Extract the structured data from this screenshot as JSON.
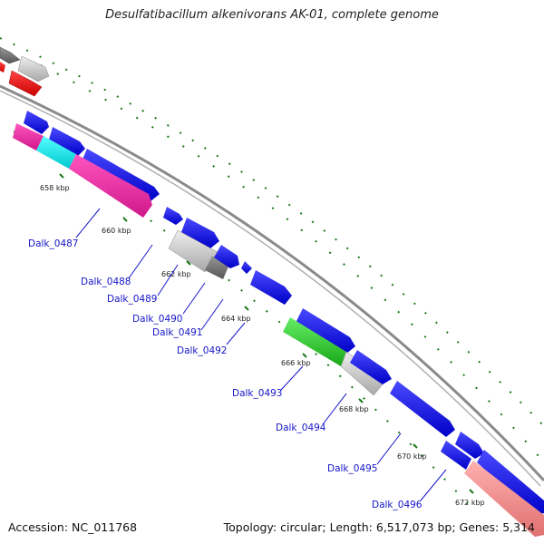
{
  "title": "Desulfatibacillum alkenivorans AK-01, complete genome",
  "footer": {
    "accession": "Accession: NC_011768",
    "summary": "Topology: circular; Length: 6,517,073 bp; Genes: 5,314"
  },
  "scale_labels": [
    "658 kbp",
    "660 kbp",
    "662 kbp",
    "664 kbp",
    "666 kbp",
    "668 kbp",
    "670 kbp",
    "672 kbp"
  ],
  "gene_labels": [
    "Dalk_0487",
    "Dalk_0488",
    "Dalk_0489",
    "Dalk_0490",
    "Dalk_0491",
    "Dalk_0492",
    "Dalk_0493",
    "Dalk_0494",
    "Dalk_0495",
    "Dalk_0496"
  ],
  "colors": {
    "gene_blue": "#0000ee",
    "gene_magenta": "#ee2aa0",
    "gene_cyan": "#00e5ee",
    "gene_green": "#22cc22",
    "gene_salmon": "#f08a8a",
    "gene_gray": "#bdbdbd",
    "gene_darkgray": "#6e6e6e",
    "gene_red": "#ee0000",
    "backbone": "#8a8a8a",
    "tick_green": "#1a7a1a",
    "label_blue": "#1515c8"
  }
}
